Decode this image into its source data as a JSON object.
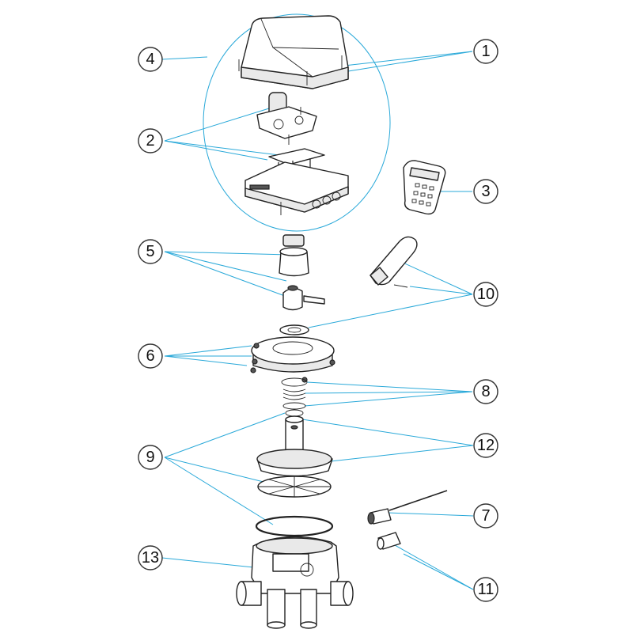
{
  "diagram": {
    "callouts": [
      {
        "id": "c1",
        "label": "1"
      },
      {
        "id": "c2",
        "label": "2"
      },
      {
        "id": "c3",
        "label": "3"
      },
      {
        "id": "c4",
        "label": "4"
      },
      {
        "id": "c5",
        "label": "5"
      },
      {
        "id": "c6",
        "label": "6"
      },
      {
        "id": "c7",
        "label": "7"
      },
      {
        "id": "c8",
        "label": "8"
      },
      {
        "id": "c9",
        "label": "9"
      },
      {
        "id": "c10",
        "label": "10"
      },
      {
        "id": "c11",
        "label": "11"
      },
      {
        "id": "c12",
        "label": "12"
      },
      {
        "id": "c13",
        "label": "13"
      }
    ],
    "colors": {
      "leader": "#2aa9d9",
      "outline": "#222222",
      "callout_border": "#333333"
    }
  }
}
